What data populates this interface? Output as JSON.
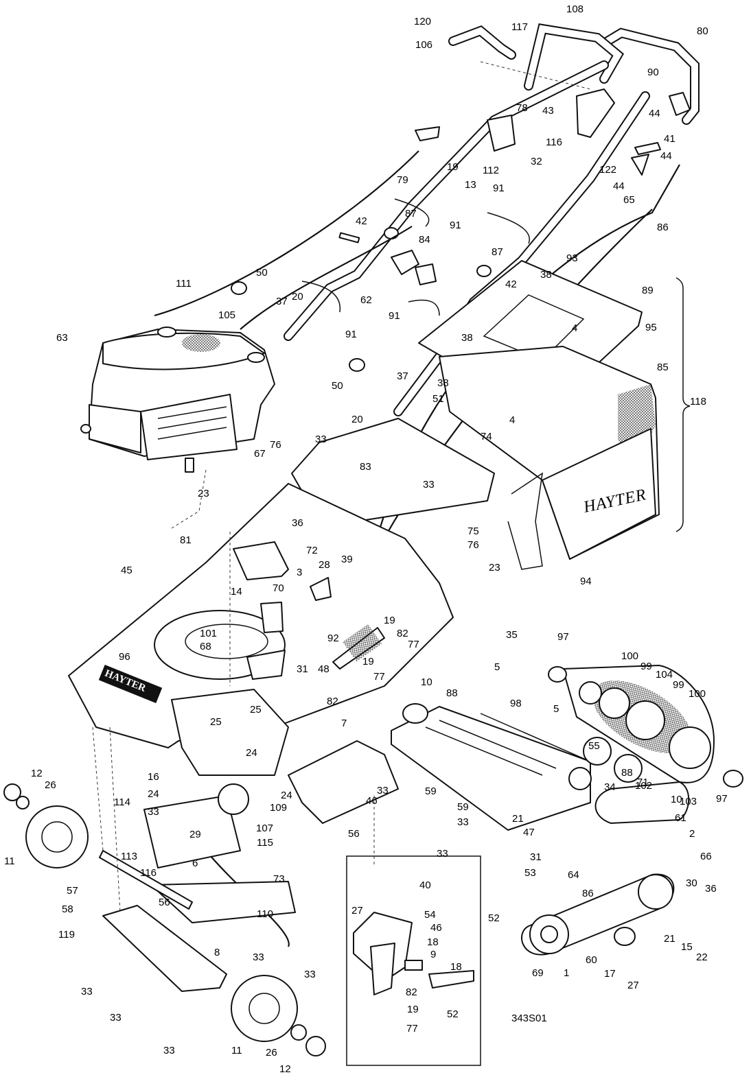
{
  "drawing_code": "343S01",
  "brand_on_collector": "HAYTER",
  "brand_on_deck": "HAYTER",
  "bracket_group_label": "118",
  "callouts": [
    {
      "id": "c120",
      "text": "120"
    },
    {
      "id": "c108",
      "text": "108"
    },
    {
      "id": "c117",
      "text": "117"
    },
    {
      "id": "c106",
      "text": "106"
    },
    {
      "id": "c80",
      "text": "80"
    },
    {
      "id": "c90",
      "text": "90"
    },
    {
      "id": "c78",
      "text": "78"
    },
    {
      "id": "c43",
      "text": "43"
    },
    {
      "id": "c44a",
      "text": "44"
    },
    {
      "id": "c41",
      "text": "41"
    },
    {
      "id": "c116a",
      "text": "116"
    },
    {
      "id": "c32",
      "text": "32"
    },
    {
      "id": "c122",
      "text": "122"
    },
    {
      "id": "c44b",
      "text": "44"
    },
    {
      "id": "c44c",
      "text": "44"
    },
    {
      "id": "c112",
      "text": "112"
    },
    {
      "id": "c19a",
      "text": "19"
    },
    {
      "id": "c79",
      "text": "79"
    },
    {
      "id": "c65",
      "text": "65"
    },
    {
      "id": "c13",
      "text": "13"
    },
    {
      "id": "c91a",
      "text": "91"
    },
    {
      "id": "c86a",
      "text": "86"
    },
    {
      "id": "c42a",
      "text": "42"
    },
    {
      "id": "c87a",
      "text": "87"
    },
    {
      "id": "c91b",
      "text": "91"
    },
    {
      "id": "c84",
      "text": "84"
    },
    {
      "id": "c87b",
      "text": "87"
    },
    {
      "id": "c93",
      "text": "93"
    },
    {
      "id": "c38a",
      "text": "38"
    },
    {
      "id": "c42b",
      "text": "42"
    },
    {
      "id": "c50a",
      "text": "50"
    },
    {
      "id": "c111",
      "text": "111"
    },
    {
      "id": "c37a",
      "text": "37"
    },
    {
      "id": "c20a",
      "text": "20"
    },
    {
      "id": "c62",
      "text": "62"
    },
    {
      "id": "c91c",
      "text": "91"
    },
    {
      "id": "c89",
      "text": "89"
    },
    {
      "id": "c4a",
      "text": "4"
    },
    {
      "id": "c105",
      "text": "105"
    },
    {
      "id": "c63",
      "text": "63"
    },
    {
      "id": "c91d",
      "text": "91"
    },
    {
      "id": "c95",
      "text": "95"
    },
    {
      "id": "c38b",
      "text": "38"
    },
    {
      "id": "c85",
      "text": "85"
    },
    {
      "id": "c50b",
      "text": "50"
    },
    {
      "id": "c37b",
      "text": "37"
    },
    {
      "id": "c38c",
      "text": "38"
    },
    {
      "id": "c51",
      "text": "51"
    },
    {
      "id": "c20b",
      "text": "20"
    },
    {
      "id": "c4b",
      "text": "4"
    },
    {
      "id": "c33a",
      "text": "33"
    },
    {
      "id": "c74",
      "text": "74"
    },
    {
      "id": "c76a",
      "text": "76"
    },
    {
      "id": "c67",
      "text": "67"
    },
    {
      "id": "c83",
      "text": "83"
    },
    {
      "id": "c23a",
      "text": "23"
    },
    {
      "id": "c33b",
      "text": "33"
    },
    {
      "id": "c81",
      "text": "81"
    },
    {
      "id": "c36a",
      "text": "36"
    },
    {
      "id": "c75",
      "text": "75"
    },
    {
      "id": "c76b",
      "text": "76"
    },
    {
      "id": "c72",
      "text": "72"
    },
    {
      "id": "c45",
      "text": "45"
    },
    {
      "id": "c3",
      "text": "3"
    },
    {
      "id": "c28",
      "text": "28"
    },
    {
      "id": "c39",
      "text": "39"
    },
    {
      "id": "c23b",
      "text": "23"
    },
    {
      "id": "c94",
      "text": "94"
    },
    {
      "id": "c14",
      "text": "14"
    },
    {
      "id": "c70",
      "text": "70"
    },
    {
      "id": "c101",
      "text": "101"
    },
    {
      "id": "c68",
      "text": "68"
    },
    {
      "id": "c19b",
      "text": "19"
    },
    {
      "id": "c82a",
      "text": "82"
    },
    {
      "id": "c35",
      "text": "35"
    },
    {
      "id": "c97a",
      "text": "97"
    },
    {
      "id": "c92",
      "text": "92"
    },
    {
      "id": "c77a",
      "text": "77"
    },
    {
      "id": "c96",
      "text": "96"
    },
    {
      "id": "c5a",
      "text": "5"
    },
    {
      "id": "c100a",
      "text": "100"
    },
    {
      "id": "c99a",
      "text": "99"
    },
    {
      "id": "c104",
      "text": "104"
    },
    {
      "id": "c99b",
      "text": "99"
    },
    {
      "id": "c100b",
      "text": "100"
    },
    {
      "id": "c31a",
      "text": "31"
    },
    {
      "id": "c48",
      "text": "48"
    },
    {
      "id": "c19c",
      "text": "19"
    },
    {
      "id": "c77b",
      "text": "77"
    },
    {
      "id": "c10a",
      "text": "10"
    },
    {
      "id": "c82b",
      "text": "82"
    },
    {
      "id": "c88a",
      "text": "88"
    },
    {
      "id": "c98",
      "text": "98"
    },
    {
      "id": "c5b",
      "text": "5"
    },
    {
      "id": "c25a",
      "text": "25"
    },
    {
      "id": "c25b",
      "text": "25"
    },
    {
      "id": "c7",
      "text": "7"
    },
    {
      "id": "c55",
      "text": "55"
    },
    {
      "id": "c24a",
      "text": "24"
    },
    {
      "id": "c16",
      "text": "16"
    },
    {
      "id": "c12a",
      "text": "12"
    },
    {
      "id": "c26a",
      "text": "26"
    },
    {
      "id": "c24b",
      "text": "24"
    },
    {
      "id": "c109",
      "text": "109"
    },
    {
      "id": "c24c",
      "text": "24"
    },
    {
      "id": "c46a",
      "text": "46"
    },
    {
      "id": "c33c",
      "text": "33"
    },
    {
      "id": "c59a",
      "text": "59"
    },
    {
      "id": "c34",
      "text": "34"
    },
    {
      "id": "c102",
      "text": "102"
    },
    {
      "id": "c103",
      "text": "103"
    },
    {
      "id": "c97b",
      "text": "97"
    },
    {
      "id": "c114",
      "text": "114"
    },
    {
      "id": "c33d",
      "text": "33"
    },
    {
      "id": "c107",
      "text": "107"
    },
    {
      "id": "c29",
      "text": "29"
    },
    {
      "id": "c115",
      "text": "115"
    },
    {
      "id": "c88b",
      "text": "88"
    },
    {
      "id": "c71",
      "text": "71"
    },
    {
      "id": "c10b",
      "text": "10"
    },
    {
      "id": "c59b",
      "text": "59"
    },
    {
      "id": "c21a",
      "text": "21"
    },
    {
      "id": "c61",
      "text": "61"
    },
    {
      "id": "c56a",
      "text": "56"
    },
    {
      "id": "c47",
      "text": "47"
    },
    {
      "id": "c2",
      "text": "2"
    },
    {
      "id": "c33e",
      "text": "33"
    },
    {
      "id": "c33f",
      "text": "33"
    },
    {
      "id": "c11a",
      "text": "11"
    },
    {
      "id": "c113",
      "text": "113"
    },
    {
      "id": "c116b",
      "text": "116"
    },
    {
      "id": "c6",
      "text": "6"
    },
    {
      "id": "c31b",
      "text": "31"
    },
    {
      "id": "c66",
      "text": "66"
    },
    {
      "id": "c53",
      "text": "53"
    },
    {
      "id": "c64",
      "text": "64"
    },
    {
      "id": "c57",
      "text": "57"
    },
    {
      "id": "c73",
      "text": "73"
    },
    {
      "id": "c86b",
      "text": "86"
    },
    {
      "id": "c30",
      "text": "30"
    },
    {
      "id": "c40",
      "text": "40"
    },
    {
      "id": "c58",
      "text": "58"
    },
    {
      "id": "c56b",
      "text": "56"
    },
    {
      "id": "c110",
      "text": "110"
    },
    {
      "id": "c36b",
      "text": "36"
    },
    {
      "id": "c52a",
      "text": "52"
    },
    {
      "id": "c27a",
      "text": "27"
    },
    {
      "id": "c54",
      "text": "54"
    },
    {
      "id": "c46b",
      "text": "46"
    },
    {
      "id": "c119",
      "text": "119"
    },
    {
      "id": "c21b",
      "text": "21"
    },
    {
      "id": "c15",
      "text": "15"
    },
    {
      "id": "c22",
      "text": "22"
    },
    {
      "id": "c8",
      "text": "8"
    },
    {
      "id": "c33g",
      "text": "33"
    },
    {
      "id": "c18a",
      "text": "18"
    },
    {
      "id": "c9",
      "text": "9"
    },
    {
      "id": "c60",
      "text": "60"
    },
    {
      "id": "c69",
      "text": "69"
    },
    {
      "id": "c1",
      "text": "1"
    },
    {
      "id": "c17",
      "text": "17"
    },
    {
      "id": "c33h",
      "text": "33"
    },
    {
      "id": "c18b",
      "text": "18"
    },
    {
      "id": "c27b",
      "text": "27"
    },
    {
      "id": "c33i",
      "text": "33"
    },
    {
      "id": "c82c",
      "text": "82"
    },
    {
      "id": "c52b",
      "text": "52"
    },
    {
      "id": "c19d",
      "text": "19"
    },
    {
      "id": "c33j",
      "text": "33"
    },
    {
      "id": "c77c",
      "text": "77"
    },
    {
      "id": "c33k",
      "text": "33"
    },
    {
      "id": "c11b",
      "text": "11"
    },
    {
      "id": "c26b",
      "text": "26"
    },
    {
      "id": "c12b",
      "text": "12"
    }
  ]
}
